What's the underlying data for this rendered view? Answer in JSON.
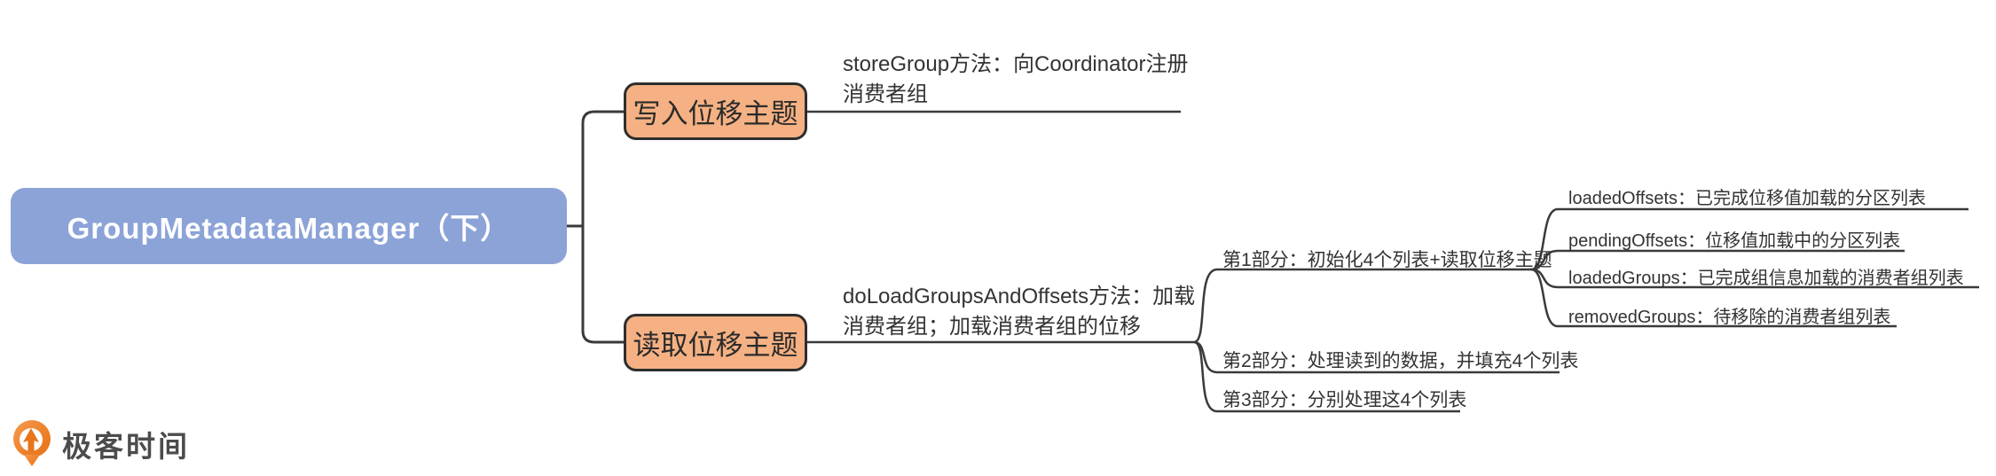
{
  "mindmap": {
    "root": {
      "label": "GroupMetadataManager（下）"
    },
    "write_branch": {
      "node_label": "写入位移主题",
      "method_label": "storeGroup方法：向Coordinator注册\n消费者组"
    },
    "read_branch": {
      "node_label": "读取位移主题",
      "method_label": "doLoadGroupsAndOffsets方法：加载\n消费者组；加载消费者组的位移",
      "parts": [
        {
          "label": "第1部分：初始化4个列表+读取位移主题"
        },
        {
          "label": "第2部分：处理读到的数据，并填充4个列表"
        },
        {
          "label": "第3部分：分别处理这4个列表"
        }
      ],
      "part1_lists": [
        {
          "label": "loadedOffsets：已完成位移值加载的分区列表"
        },
        {
          "label": "pendingOffsets：位移值加载中的分区列表"
        },
        {
          "label": "loadedGroups：已完成组信息加载的消费者组列表"
        },
        {
          "label": "removedGroups：待移除的消费者组列表"
        }
      ]
    }
  },
  "logo": {
    "text": "极客时间"
  },
  "colors": {
    "root_fill": "#8ca3d8",
    "root_text": "#ffffff",
    "sub_topic_fill": "#f5b183",
    "sub_topic_border": "#2e2e2e",
    "line": "#3a3a3a",
    "label_text": "#333333",
    "logo_orange": "#ed7d25",
    "logo_text": "#4c4c4c",
    "background": "#ffffff"
  }
}
